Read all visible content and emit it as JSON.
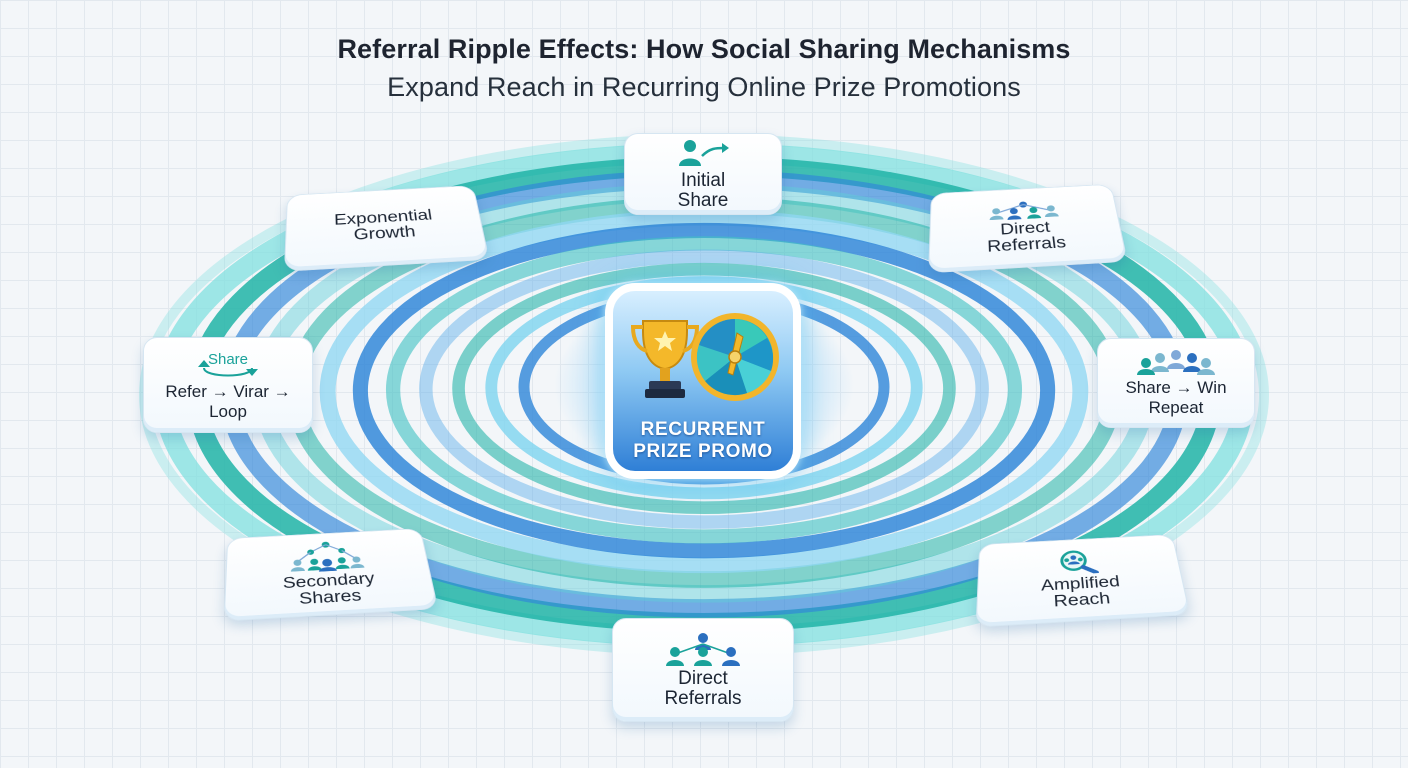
{
  "title": {
    "line1": "Referral Ripple Effects: How Social Sharing Mechanisms",
    "line2": "Expand Reach in Recurring Online Prize Promotions"
  },
  "hub": {
    "line1": "RECURRENT",
    "line2": "PRIZE PROMO",
    "icons": [
      "trophy-icon",
      "prize-wheel-icon"
    ]
  },
  "nodes": [
    {
      "id": "initial-share",
      "lines": [
        "Initial",
        "Share"
      ],
      "icon": "share-arrow-icon"
    },
    {
      "id": "direct-referrals-top",
      "lines": [
        "Direct",
        "Referrals"
      ],
      "icon": "network-icon"
    },
    {
      "id": "share-win-repeat",
      "lines": [
        "Share → Win",
        "Repeat"
      ],
      "icon": "group-icon"
    },
    {
      "id": "amplified-reach",
      "lines": [
        "Amplified",
        "Reach"
      ],
      "icon": "magnifier-group-icon"
    },
    {
      "id": "direct-referrals-bottom",
      "lines": [
        "Direct",
        "Referrals"
      ],
      "icon": "network-icon"
    },
    {
      "id": "secondary-shares",
      "lines": [
        "Secondary",
        "Shares"
      ],
      "icon": "tree-network-icon"
    },
    {
      "id": "viral-loop",
      "lines": [
        "Share",
        "Refer → Virar →",
        "Loop"
      ],
      "icon": "loop-arrows-icon"
    },
    {
      "id": "exponential-growth",
      "lines": [
        "Exponential",
        "Growth"
      ],
      "icon": ""
    }
  ],
  "colors": {
    "teal": "#1fb3a6",
    "blue": "#2f86d9",
    "light_cyan": "#7fe0df",
    "hub_blue": "#2f7fd6",
    "icon_teal": "#1aa29a",
    "icon_blue": "#2b6fbf"
  }
}
